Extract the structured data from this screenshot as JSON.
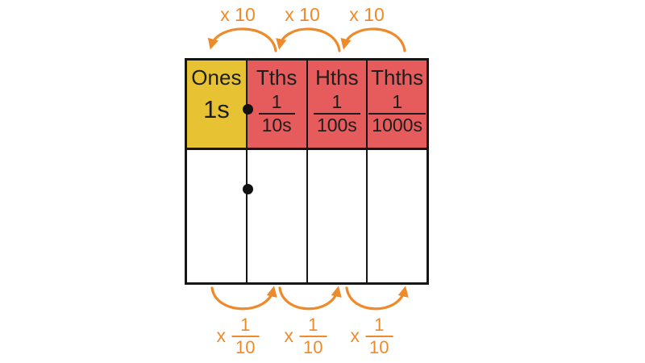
{
  "diagram": "place-value-chart",
  "colors": {
    "ones_header": "#e7c232",
    "decimal_headers": "#e65b5b",
    "arrows_and_labels": "#ef8a2a",
    "ink": "#1e1e1e",
    "background": "#ffffff"
  },
  "icons": {
    "decimal_point": "black-dot",
    "arrow_style": "curved-orange-arrow"
  },
  "top_multipliers": [
    "x 10",
    "x 10",
    "x 10"
  ],
  "table": {
    "columns": [
      {
        "header": "Ones",
        "value": "1s"
      },
      {
        "header": "Tths",
        "frac": {
          "num": "1",
          "den": "10s"
        }
      },
      {
        "header": "Hths",
        "frac": {
          "num": "1",
          "den": "100s"
        }
      },
      {
        "header": "Thths",
        "frac": {
          "num": "1",
          "den": "1000s"
        }
      }
    ]
  },
  "bottom_multipliers": [
    {
      "prefix": "x",
      "num": "1",
      "den": "10"
    },
    {
      "prefix": "x",
      "num": "1",
      "den": "10"
    },
    {
      "prefix": "x",
      "num": "1",
      "den": "10"
    }
  ]
}
